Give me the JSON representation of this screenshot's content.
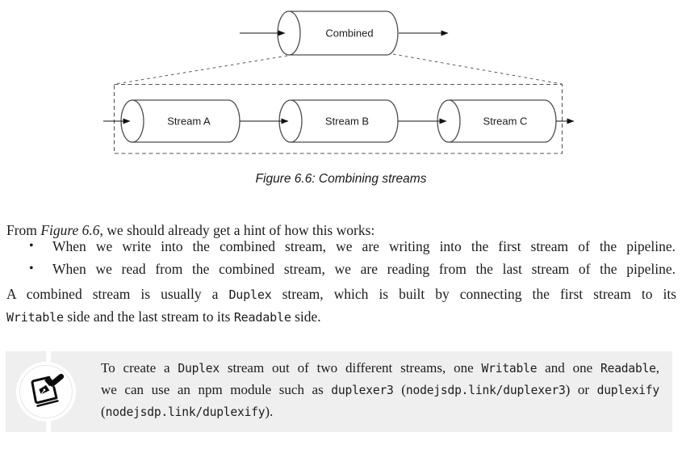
{
  "figure": {
    "combined_label": "Combined",
    "stream_labels": [
      "Stream A",
      "Stream B",
      "Stream C"
    ],
    "caption": "Figure 6.6: Combining streams"
  },
  "intro": {
    "prefix": "From ",
    "figure_ref": "Figure 6.6",
    "suffix": ", we should already get a hint of how this works:"
  },
  "bullet_char": "•",
  "bullets": [
    "When we write into the combined stream, we are writing into the first stream of the pipeline.",
    "When we read from the combined stream, we are reading from the last stream of the pipeline."
  ],
  "paragraph_lines": [
    [
      {
        "t": "A combined stream is usually a "
      },
      {
        "t": "Duplex",
        "mono": true
      },
      {
        "t": " stream, which is built by connecting the first stream to its"
      }
    ],
    [
      {
        "t": "Writable",
        "mono": true
      },
      {
        "t": " side and the last stream to its "
      },
      {
        "t": "Readable",
        "mono": true
      },
      {
        "t": " side."
      }
    ]
  ],
  "note": {
    "lines": [
      [
        {
          "t": "To create a "
        },
        {
          "t": "Duplex",
          "mono": true
        },
        {
          "t": " stream out of two different streams, one "
        },
        {
          "t": "Writable",
          "mono": true
        },
        {
          "t": " and one "
        },
        {
          "t": "Readable",
          "mono": true
        },
        {
          "t": ","
        }
      ],
      [
        {
          "t": "we can use an npm module such as "
        },
        {
          "t": "duplexer3",
          "mono": true
        },
        {
          "t": " ("
        },
        {
          "t": "nodejsdp.link/duplexer3",
          "mono": true,
          "name": "link-duplexer3"
        },
        {
          "t": ") or "
        },
        {
          "t": "duplexify",
          "mono": true
        }
      ],
      [
        {
          "t": "("
        },
        {
          "t": "nodejsdp.link/duplexify",
          "mono": true,
          "name": "link-duplexify"
        },
        {
          "t": ")."
        }
      ]
    ]
  },
  "colors": {
    "note_background": "#efefef",
    "text": "#1c1c1c",
    "diagram_stroke": "#4d4d4d"
  }
}
